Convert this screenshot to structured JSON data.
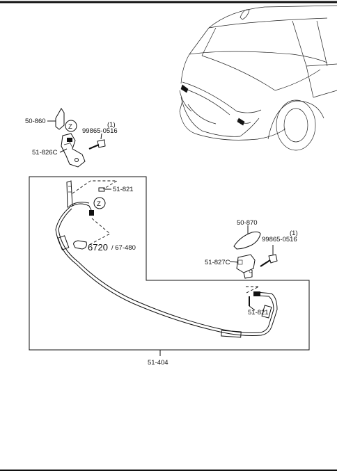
{
  "parts": {
    "p50_860": "50-860",
    "p99865_left": "99865-0516",
    "p99865_left_qty": "(1)",
    "p51_826c": "51-826C",
    "z_mark_top": "Z",
    "z_mark_mid": "Z",
    "p51_821_top": "51-821",
    "p6720": "6720",
    "p67_480": "/ 67-480",
    "p50_870": "50-870",
    "p99865_right": "99865-0516",
    "p99865_right_qty": "(1)",
    "p51_827c": "51-827C",
    "p51_821_bottom": "51-821",
    "p51_404": "51-404"
  },
  "colors": {
    "line": "#111111",
    "background": "#ffffff"
  }
}
